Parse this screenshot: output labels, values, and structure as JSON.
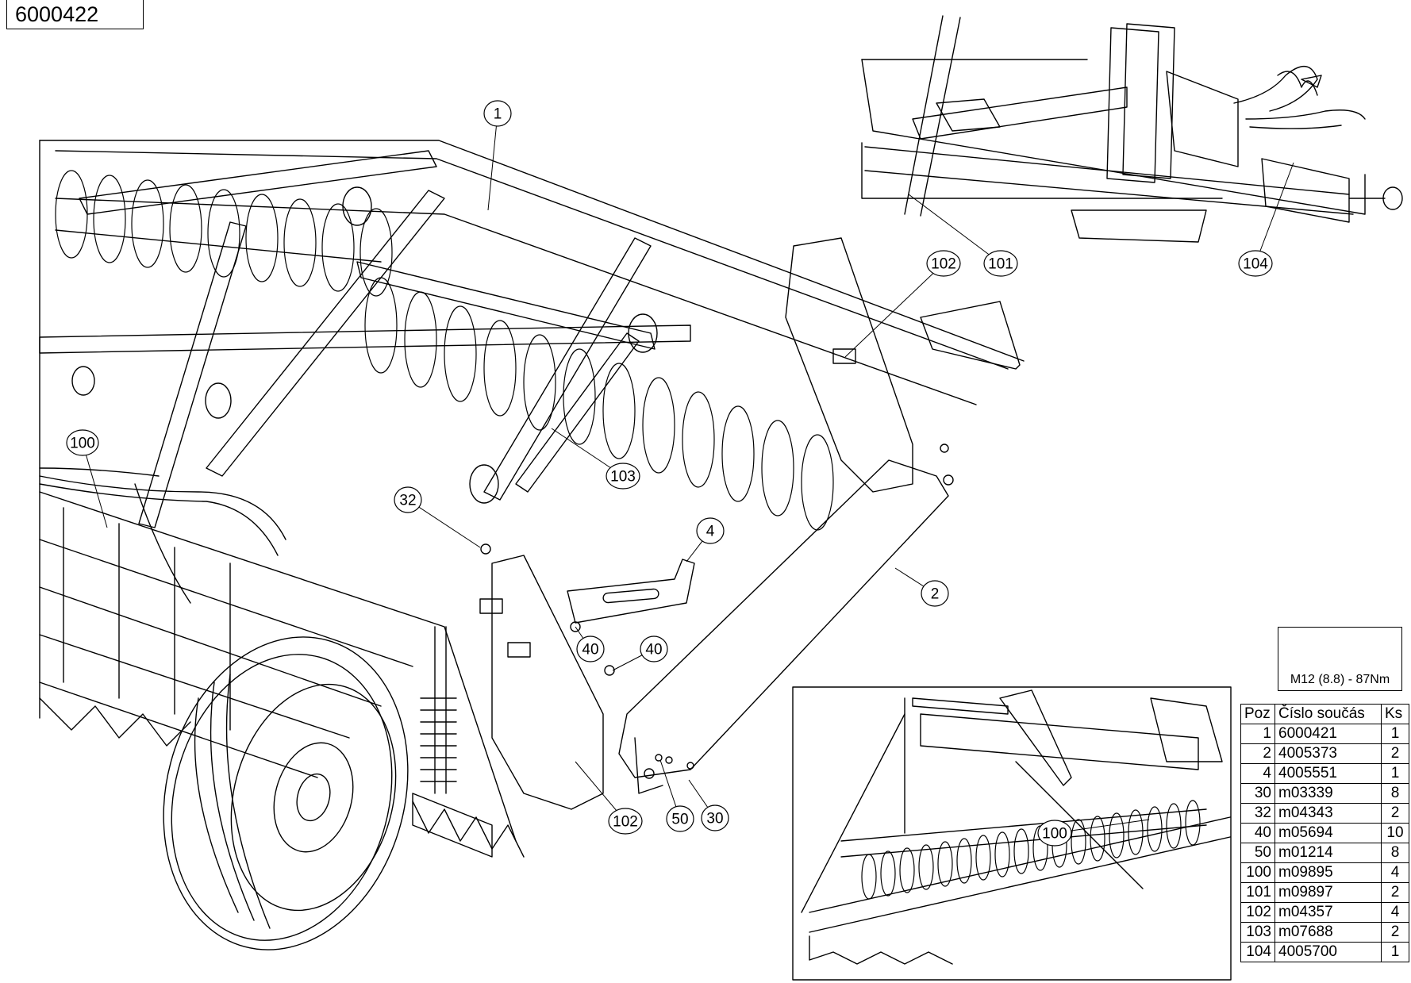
{
  "document_number": "6000422",
  "torque_spec": "M12 (8.8) - 87Nm",
  "parts_table": {
    "headers": [
      "Poz",
      "Číslo součás",
      "Ks"
    ],
    "rows": [
      {
        "pos": "1",
        "code": "6000421",
        "qty": "1"
      },
      {
        "pos": "2",
        "code": "4005373",
        "qty": "2"
      },
      {
        "pos": "4",
        "code": "4005551",
        "qty": "1"
      },
      {
        "pos": "30",
        "code": "m03339",
        "qty": "8"
      },
      {
        "pos": "32",
        "code": "m04343",
        "qty": "2"
      },
      {
        "pos": "40",
        "code": "m05694",
        "qty": "10"
      },
      {
        "pos": "50",
        "code": "m01214",
        "qty": "8"
      },
      {
        "pos": "100",
        "code": "m09895",
        "qty": "4"
      },
      {
        "pos": "101",
        "code": "m09897",
        "qty": "2"
      },
      {
        "pos": "102",
        "code": "m04357",
        "qty": "4"
      },
      {
        "pos": "103",
        "code": "m07688",
        "qty": "2"
      },
      {
        "pos": "104",
        "code": "4005700",
        "qty": "1"
      }
    ]
  },
  "callouts": [
    "1",
    "2",
    "4",
    "30",
    "32",
    "40",
    "40",
    "50",
    "100",
    "100",
    "101",
    "102",
    "102",
    "103",
    "104"
  ]
}
